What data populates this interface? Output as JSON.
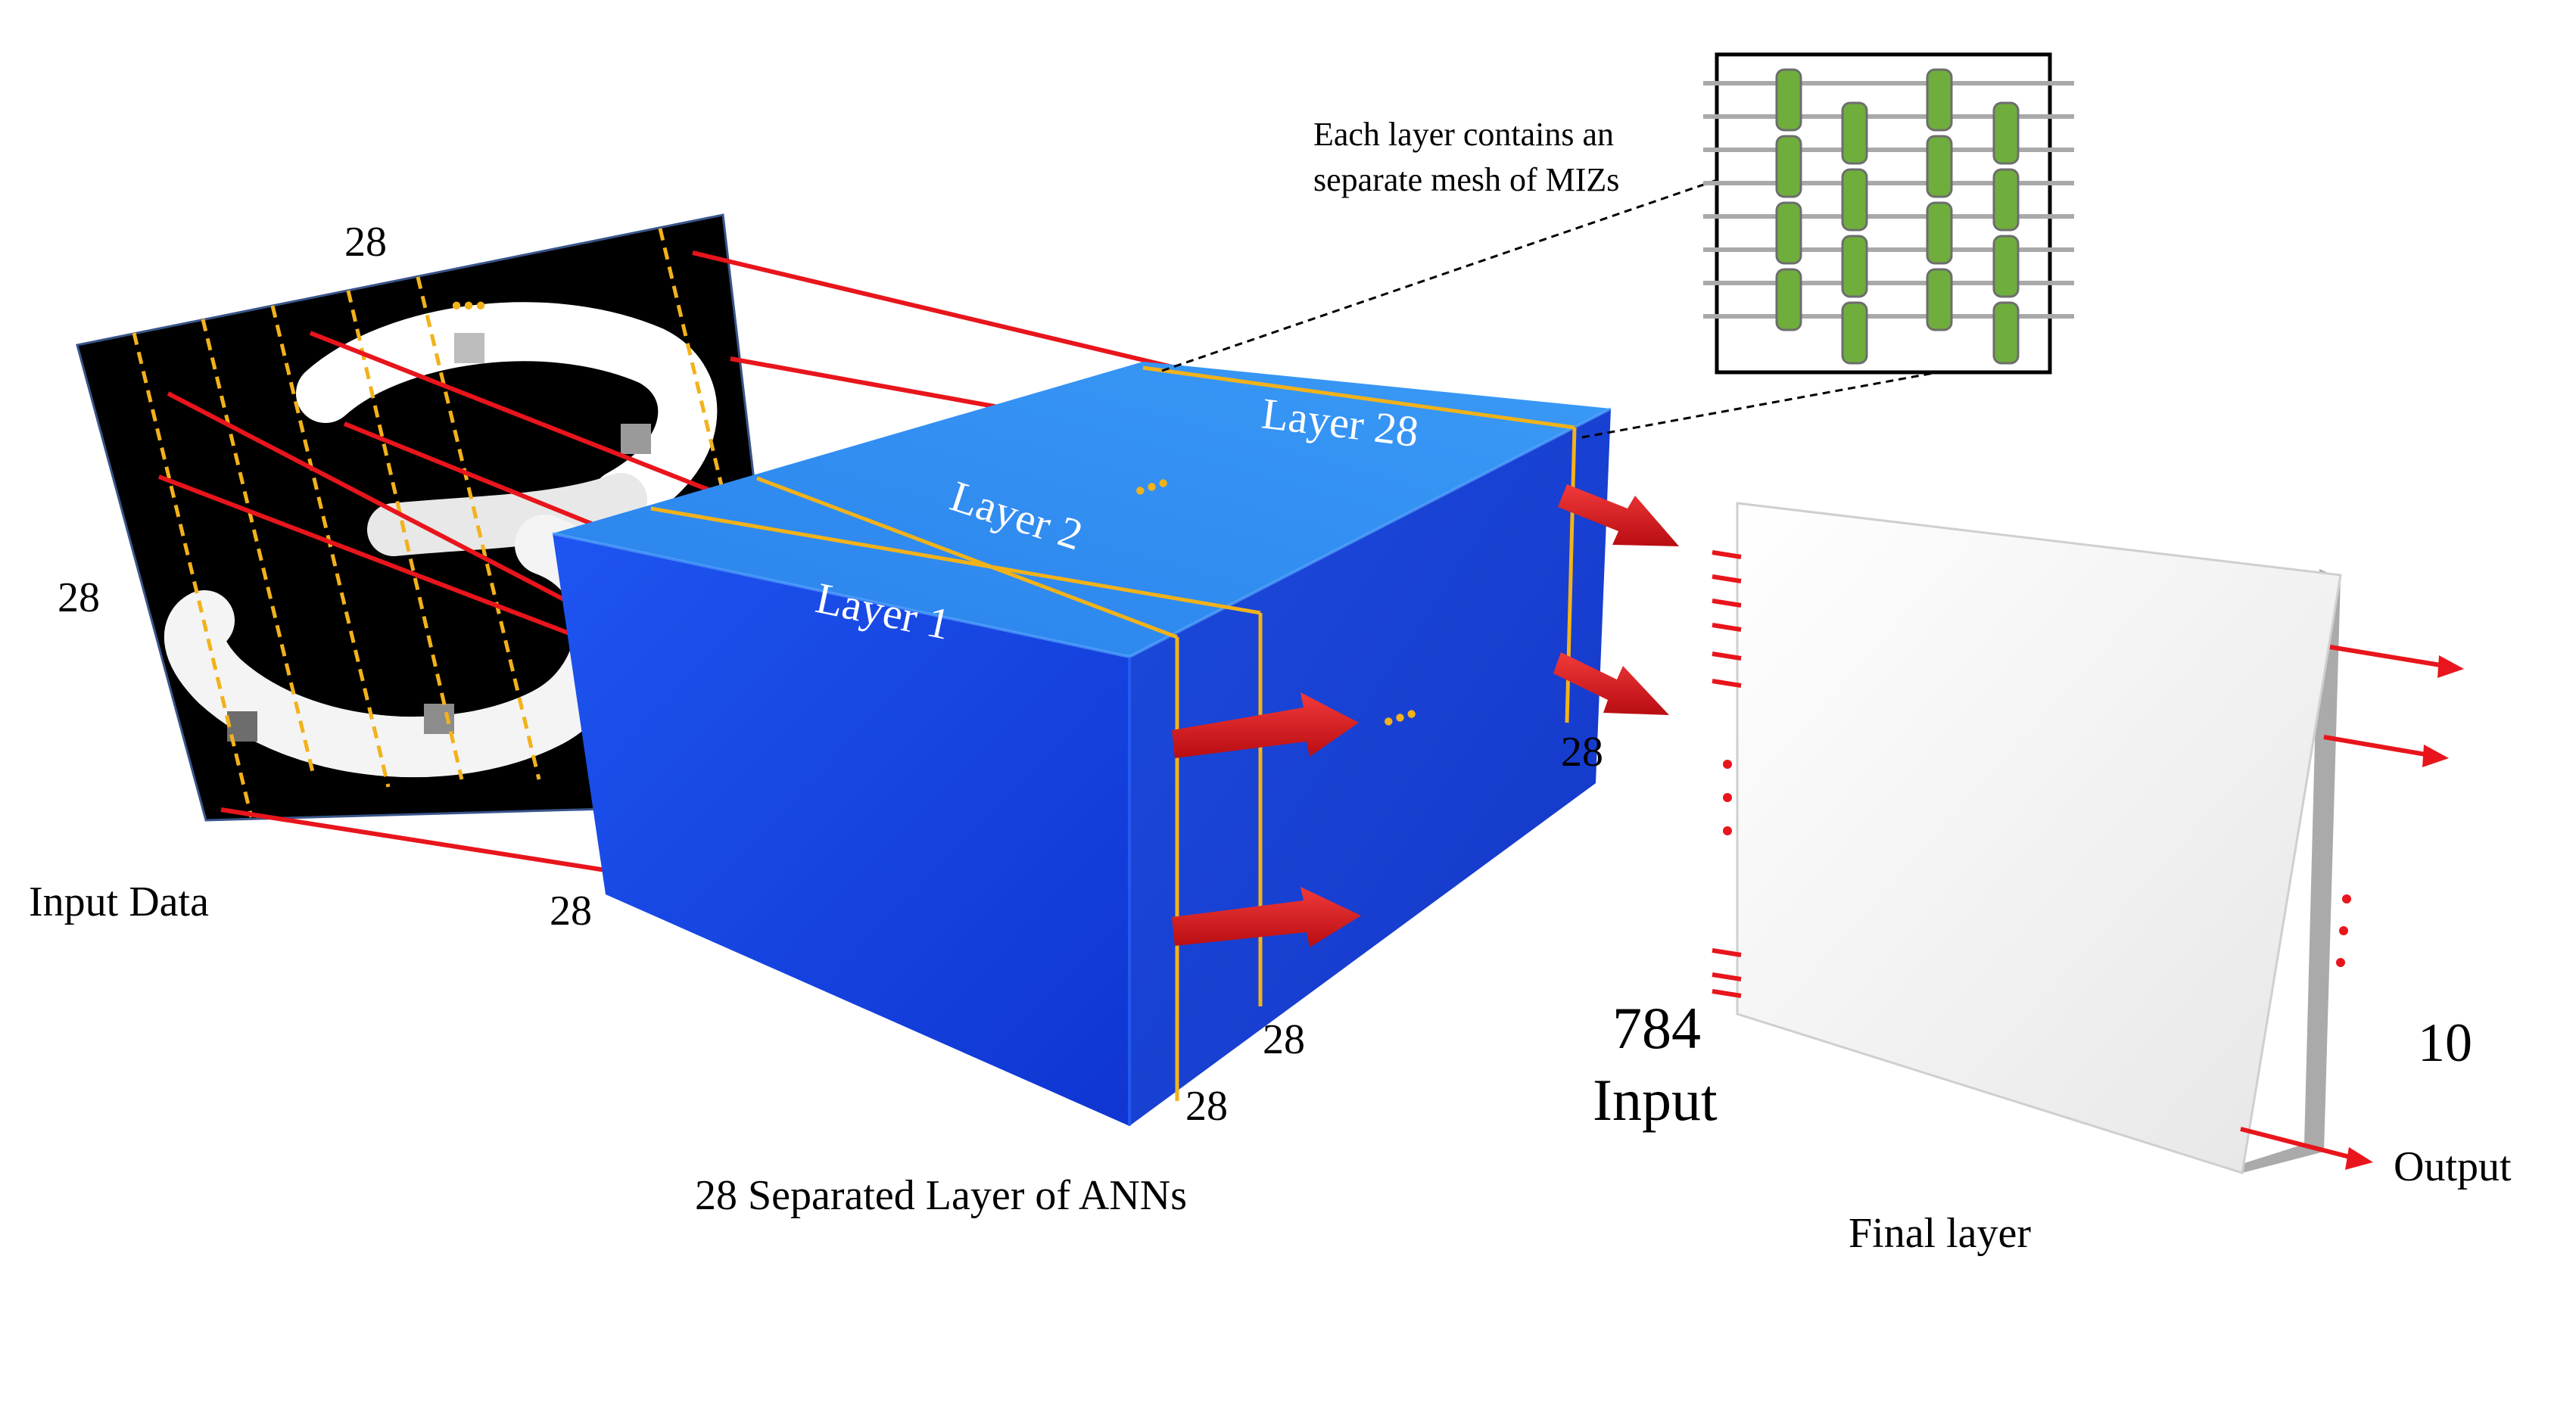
{
  "labels": {
    "input_data": "Input Data",
    "input_width": "28",
    "input_height": "28",
    "input_bottom": "28",
    "layer_1": "Layer 1",
    "layer_2": "Layer 2",
    "layer_28": "Layer 28",
    "box_depth_right": "28",
    "box_front_a": "28",
    "box_front_b": "28",
    "box_caption": "28 Separated Layer of ANNs",
    "mesh_note_line1": "Each layer contains an",
    "mesh_note_line2": "separate mesh of MIZs",
    "ellipsis": "...",
    "final_inputs": "784",
    "final_inputs_label": "Input",
    "final_outputs": "10",
    "output_label": "Output",
    "final_caption": "Final layer"
  },
  "colors": {
    "box_top": "#2f8ff0",
    "box_front": "#1642df",
    "box_side": "#1a3fd0",
    "slice_line": "#f2b21a",
    "arrow": "#e8151c",
    "miz": "#6fae3c",
    "panel": "#eeeeee"
  },
  "mnist_digit": "3",
  "mesh_grid": {
    "rows": 4,
    "cols": 4
  }
}
